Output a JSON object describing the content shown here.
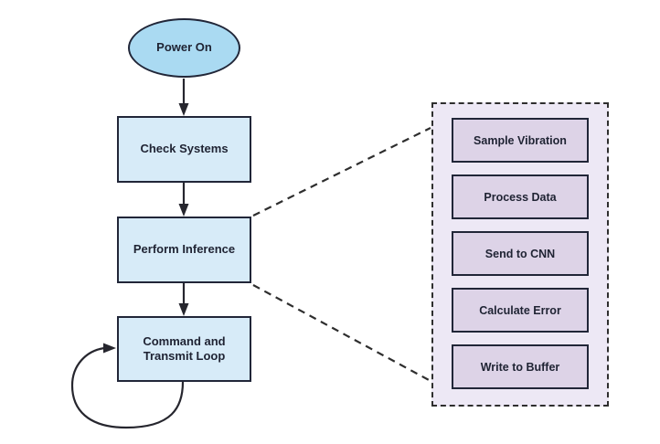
{
  "colors": {
    "canvas_bg": "#ffffff",
    "ellipse_fill": "#aadaf2",
    "process_fill": "#d7ebf8",
    "panel_fill": "#ede8f5",
    "step_fill": "#ddd3e7",
    "shape_border": "#212638",
    "line": "#26262e"
  },
  "flowchart": {
    "nodes": {
      "start": "Power On",
      "check": "Check Systems",
      "inference": "Perform Inference",
      "command": "Command and Transmit Loop"
    },
    "inference_detail_steps": [
      "Sample Vibration",
      "Process Data",
      "Send to CNN",
      "Calculate Error",
      "Write to Buffer"
    ]
  }
}
